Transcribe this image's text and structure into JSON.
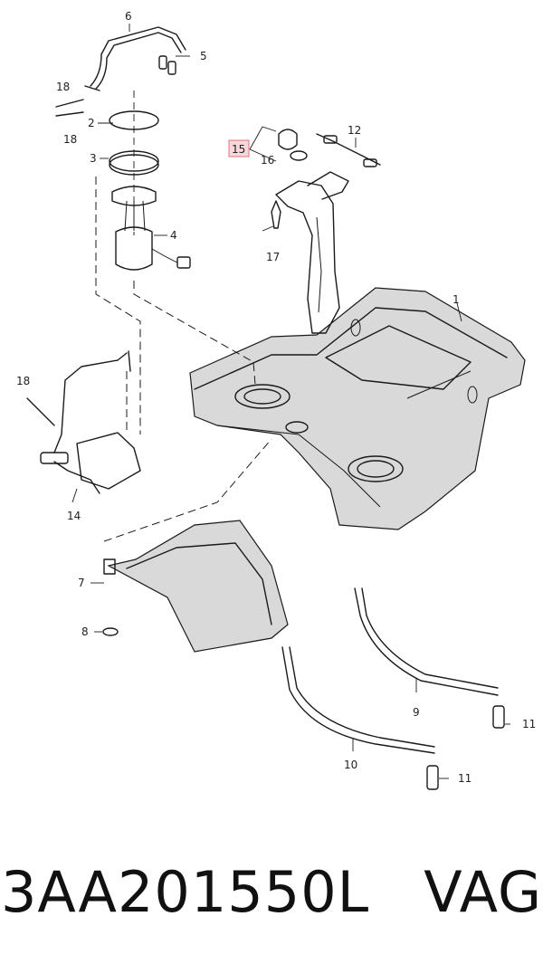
{
  "callouts": {
    "c1": "1",
    "c2": "2",
    "c3": "3",
    "c4": "4",
    "c5": "5",
    "c6": "6",
    "c7": "7",
    "c8": "8",
    "c9": "9",
    "c10": "10",
    "c11a": "11",
    "c11b": "11",
    "c12": "12",
    "c14": "14",
    "c15": "15",
    "c16": "16",
    "c17": "17",
    "c18a": "18",
    "c18b": "18",
    "c18c": "18"
  },
  "highlight": {
    "callout": "15",
    "fill": "#f8d7da",
    "stroke": "#e0737b"
  },
  "caption": {
    "part_number": "3AA201550L",
    "brand": "VAG"
  }
}
